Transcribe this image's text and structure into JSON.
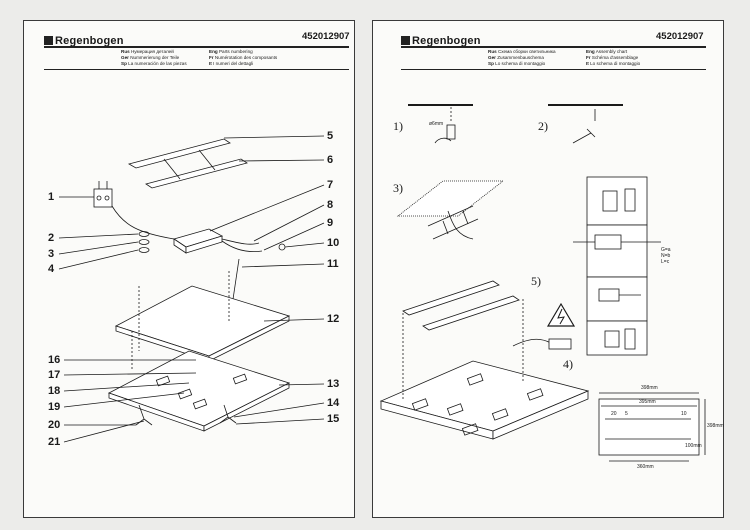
{
  "brand": "Regenbogen",
  "left_page": {
    "code": "452012907",
    "langs": [
      {
        "code": "Rus",
        "text": "Нумерация деталей"
      },
      {
        "code": "Eng",
        "text": "Parts numbering"
      },
      {
        "code": "Ger",
        "text": "Nummerierung der Teile"
      },
      {
        "code": "Fr",
        "text": "Numérotation des composants"
      },
      {
        "code": "Sp",
        "text": "La numeración de las piezas"
      },
      {
        "code": "It",
        "text": "I numeri del dettagli"
      }
    ],
    "part_numbers": [
      "1",
      "2",
      "3",
      "4",
      "5",
      "6",
      "7",
      "8",
      "9",
      "10",
      "11",
      "12",
      "13",
      "14",
      "15",
      "16",
      "17",
      "18",
      "19",
      "20",
      "21"
    ]
  },
  "right_page": {
    "code": "452012907",
    "langs": [
      {
        "code": "Rus",
        "text": "Схема сборки светильника"
      },
      {
        "code": "Eng",
        "text": "Assembly chart"
      },
      {
        "code": "Ger",
        "text": "Zusammenbauschema"
      },
      {
        "code": "Fr",
        "text": "Schéma d'assemblage"
      },
      {
        "code": "Sp",
        "text": "Lo schema di montaggio"
      },
      {
        "code": "It",
        "text": "Lo schema di montaggio"
      }
    ],
    "steps": [
      "1)",
      "2)",
      "3)",
      "4)",
      "5)"
    ],
    "drill_label": "ø6mm",
    "wiring_labels": [
      "G=a",
      "N=b",
      "L=c"
    ],
    "dims": {
      "top_width": "398mm",
      "inner_width": "395mm",
      "bottom_width": "360mm",
      "height": "398mm",
      "d1": "20",
      "d2": "5",
      "d3": "10",
      "d4": "100mm"
    }
  },
  "colors": {
    "ink": "#1a1a1a",
    "paper": "#fbfbf9",
    "background": "#ececea"
  }
}
